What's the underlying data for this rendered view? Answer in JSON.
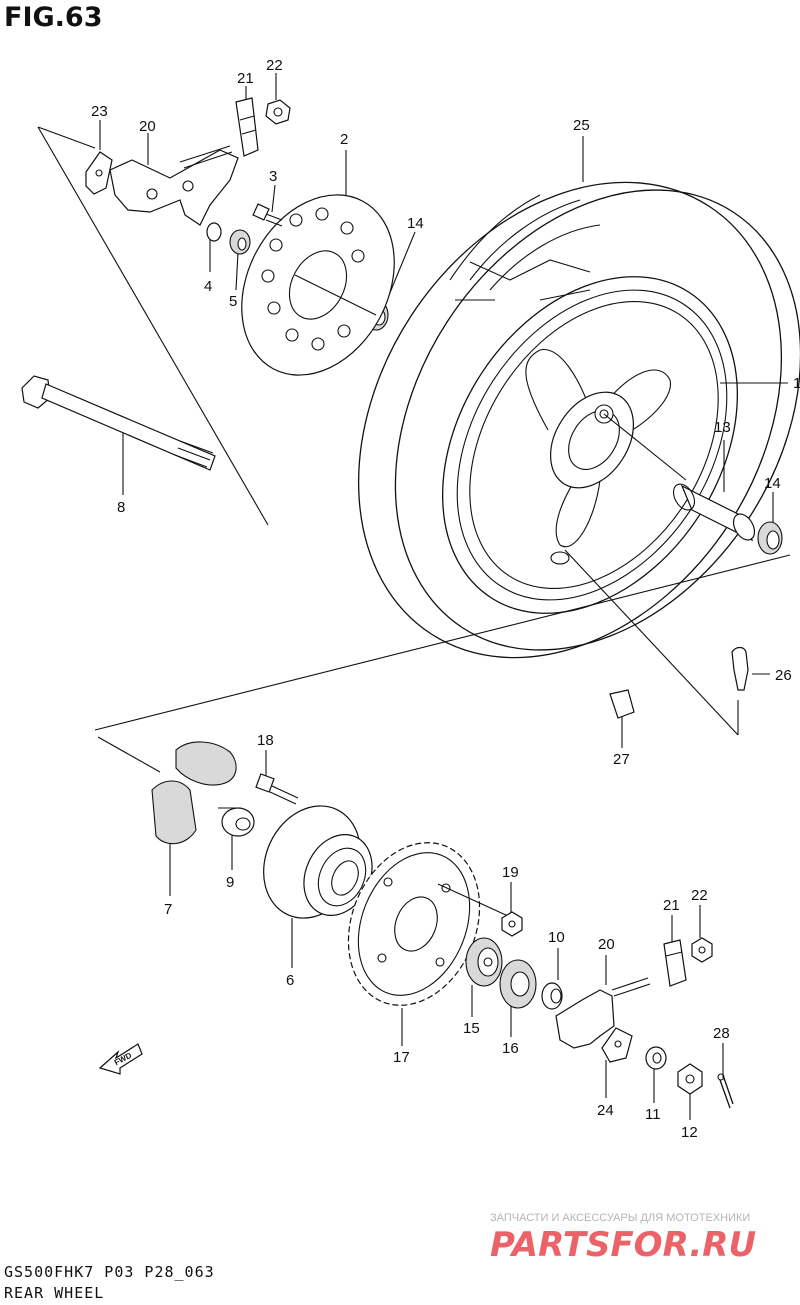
{
  "header": {
    "figure_label": "FIG.63"
  },
  "footer": {
    "model_code": "GS500FHK7 P03 P28_063",
    "section_title": "REAR WHEEL"
  },
  "watermark": {
    "tagline": "ЗАПЧАСТИ И АКСЕССУАРЫ ДЛЯ МОТОТЕХНИКИ",
    "logo_text": "PARTSFOR.RU",
    "color": "#e8484f"
  },
  "fwd_arrow": {
    "label": "FWD"
  },
  "callouts": {
    "c1": "1",
    "c2": "2",
    "c3": "3",
    "c4": "4",
    "c5": "5",
    "c6": "6",
    "c7": "7",
    "c8": "8",
    "c9": "9",
    "c10": "10",
    "c11": "11",
    "c12": "12",
    "c13": "13",
    "c14a": "14",
    "c14b": "14",
    "c15": "15",
    "c16": "16",
    "c17": "17",
    "c18": "18",
    "c19": "19",
    "c20a": "20",
    "c20b": "20",
    "c21a": "21",
    "c21b": "21",
    "c22a": "22",
    "c22b": "22",
    "c23": "23",
    "c24": "24",
    "c25": "25",
    "c26": "26",
    "c27": "27",
    "c28": "28"
  }
}
